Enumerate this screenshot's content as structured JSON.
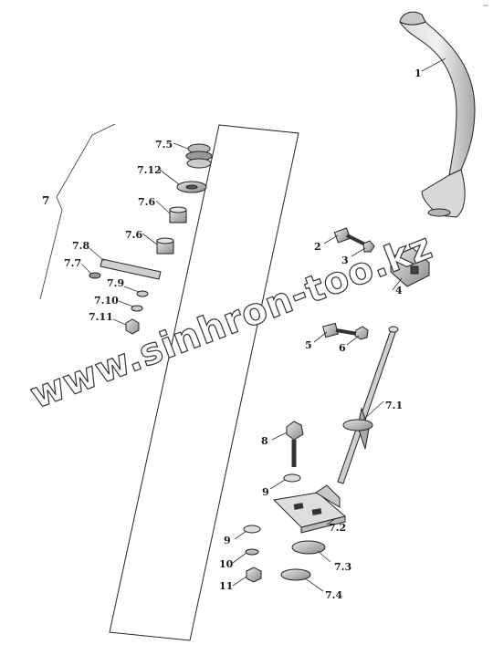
{
  "diagram": {
    "corner_mark": "~",
    "watermark": "www.sinhron-too.kz",
    "labels": {
      "p1": "1",
      "p2": "2",
      "p3": "3",
      "p4": "4",
      "p5": "5",
      "p6": "6",
      "p7": "7",
      "p7_1": "7.1",
      "p7_2": "7.2",
      "p7_3": "7.3",
      "p7_4": "7.4",
      "p7_5": "7.5",
      "p7_6a": "7.6",
      "p7_6b": "7.6",
      "p7_7": "7.7",
      "p7_8": "7.8",
      "p7_9": "7.9",
      "p7_10": "7.10",
      "p7_11": "7.11",
      "p7_12": "7.12",
      "p8": "8",
      "p9a": "9",
      "p9b": "9",
      "p10": "10",
      "p11": "11"
    }
  }
}
